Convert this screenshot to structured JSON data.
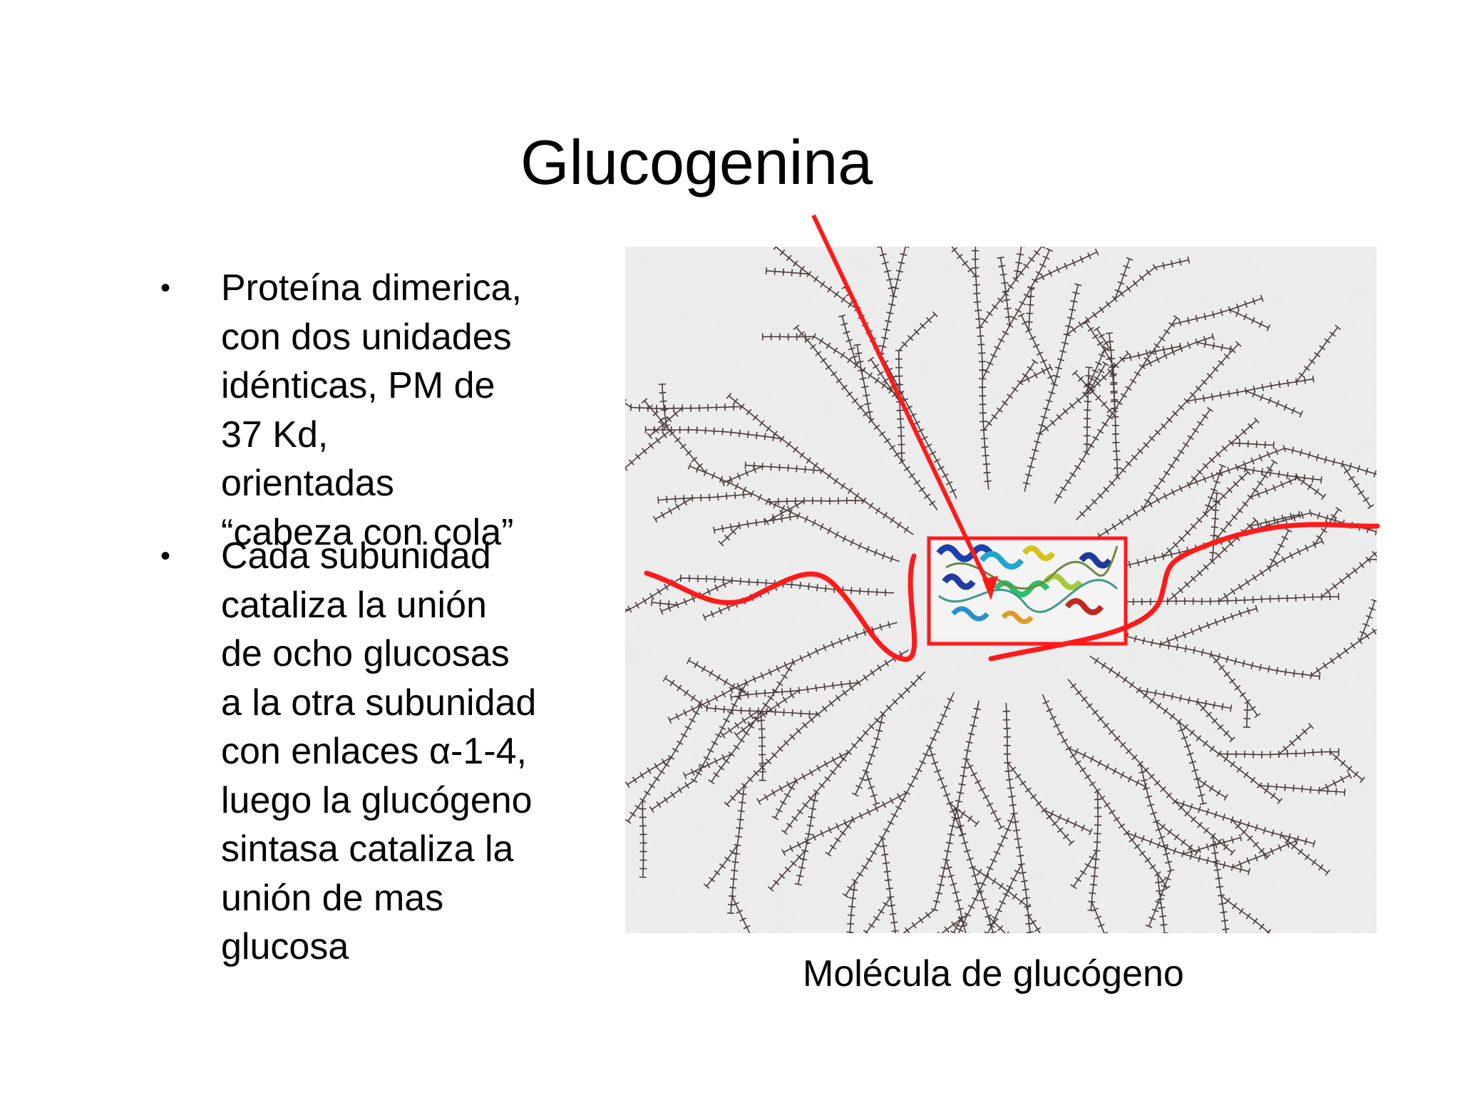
{
  "slide": {
    "title": "Glucogenina",
    "bullets": [
      {
        "text": "Proteína dimerica,\ncon dos unidades\nidénticas, PM de\n        37 Kd,\norientadas\n“cabeza con cola”"
      },
      {
        "text": "Cada subunidad\ncataliza la unión\nde ocho glucosas\na la otra subunidad\ncon enlaces α-1-4,\nluego la glucógeno\nsintasa cataliza la\nunión de mas\nglucosa"
      }
    ],
    "bullet_glyph": "•",
    "figure_caption": "Molécula de glucógeno"
  },
  "colors": {
    "annotation": "#ff1a1a",
    "branch": "#4a3a3a",
    "figure_bg": "#ebebeb"
  }
}
